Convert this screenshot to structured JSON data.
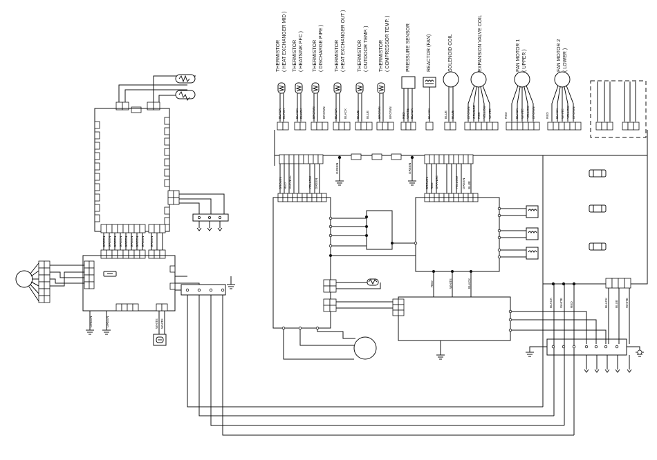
{
  "labels": {
    "thermistor_hex_mid": [
      "THERMISTOR",
      "( HEAT EXCHANGER MID )"
    ],
    "thermistor_heatsink": [
      "THERMISTOR",
      "( HEATSINK PFC )"
    ],
    "thermistor_discharge": [
      "THERMISTOR",
      "( DISCHARGE PIPE )"
    ],
    "thermistor_hex_out": [
      "THERMISTOR",
      "( HEAT EXCHANGER OUT )"
    ],
    "thermistor_outdoor": [
      "THERMISTOR",
      "( OUTDOOR TEMP. )"
    ],
    "thermistor_compressor": [
      "THERMISTOR",
      "( COMPRESSOR TEMP. )"
    ],
    "pressure_sensor": [
      "PRESSURE SENSOR"
    ],
    "reactor_fan": [
      "REACTOR (FAN)"
    ],
    "solenoid_coil": [
      "SOLENOID COIL"
    ],
    "expansion_valve_coil": [
      "EXPANSION VALVE COIL"
    ],
    "fan_motor_1": [
      "FAN MOTOR 1",
      "( UPPER )"
    ],
    "fan_motor_2": [
      "FAN MOTOR 2",
      "( LOWER )"
    ]
  },
  "wire_colors": {
    "thermistor_hex_mid": [
      "BLACK",
      "BLACK"
    ],
    "thermistor_heatsink": [
      "BLACK",
      "BLACK"
    ],
    "thermistor_discharge": [
      "BROWN",
      "BROWN"
    ],
    "thermistor_hex_out": [
      "BLACK",
      "BLACK"
    ],
    "thermistor_outdoor": [
      "BLUE",
      "BLUE"
    ],
    "thermistor_compressor": [
      "BROWN",
      "BROWN"
    ],
    "pressure_sensor": [
      "RED",
      "WHITE",
      "BLACK"
    ],
    "reactor_fan": [
      "BLACK"
    ],
    "solenoid_coil": [
      "BLUE",
      "BLUE"
    ],
    "expansion_valve_coil": [
      "BROWN",
      "ORANGE",
      "RED",
      "YELLOW",
      "WHITE"
    ],
    "fan_motor_1": [
      "RED",
      "BLACK",
      "WHITE",
      "YELLOW",
      "BROWN"
    ],
    "fan_motor_2": [
      "RED",
      "BLACK",
      "WHITE",
      "YELLOW",
      "BROWN"
    ],
    "main_left_top": [
      "BROWN",
      "RED",
      "ORANGE",
      "YELLOW",
      "GREEN"
    ],
    "main_green_left": [
      "GREEN"
    ],
    "main_green_right": [
      "GREEN"
    ],
    "main_right_top": [
      "BROWN",
      "RED",
      "ORANGE",
      "YELLOW",
      "GREEN",
      "BLUE"
    ],
    "left_board_mid": [
      "GREEN",
      "GREEN",
      "GREEN",
      "GREEN",
      "GREEN",
      "GREEN",
      "GREEN",
      "GREEN",
      "GREEN"
    ],
    "left_bottom_green_1": [
      "GREEN"
    ],
    "left_bottom_green_2": [
      "GREEN"
    ],
    "left_bottom_white": [
      "WHITE",
      "WHITE"
    ],
    "compressor_leads": [
      "RED",
      "WHITE",
      "BLACK"
    ],
    "terminal_leads_left": [
      "BLACK",
      "WHITE",
      "RED"
    ],
    "terminal_leads_right": [
      "BLACK",
      "BLUE",
      "WHITE"
    ]
  }
}
